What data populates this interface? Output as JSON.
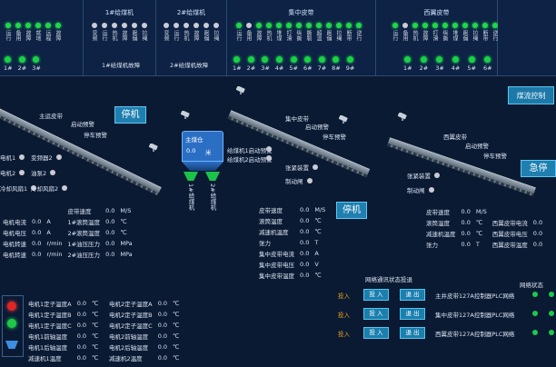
{
  "header": {
    "panel_1_title": "1#给煤机",
    "panel_2_title": "2#给煤机",
    "panel_3_title": "集中皮带",
    "panel_4_title": "西翼皮带",
    "left_cols": [
      "运行",
      "备用",
      "故障",
      "就地",
      "远程",
      "故障"
    ],
    "p1_cols": [
      "变频",
      "运行",
      "热机",
      "故障",
      "跑偏",
      "拉绳"
    ],
    "p2_cols": [
      "变频",
      "运行",
      "热机",
      "故障",
      "跑偏",
      "拉绳"
    ],
    "p3_cols": [
      "运行",
      "备用",
      "故障",
      "热机",
      "堆煤",
      "打滑",
      "纵撕",
      "撕裂",
      "超温",
      "跑偏",
      "拉绳",
      "断带",
      "逆行"
    ],
    "p4_cols": [
      "运行",
      "备用",
      "热机",
      "故障",
      "打滑",
      "纵撕",
      "堆煤",
      "跑偏",
      "拉绳",
      "断带",
      "逆行"
    ],
    "left_labels": [
      "1#",
      "2#",
      "3#"
    ],
    "p3_labels": [
      "1#",
      "2#",
      "3#",
      "4#",
      "5#",
      "6#",
      "7#",
      "8#",
      "9#"
    ],
    "p4_labels": [
      "1#",
      "2#",
      "3#",
      "4#",
      "5#",
      "6#"
    ],
    "p1_status": "1#给煤机故障",
    "p2_status": "2#给煤机故障"
  },
  "control_button": "煤流控制",
  "belts": {
    "main": {
      "name": "主运皮带",
      "alarm1": "启动预警",
      "alarm2": "停车预警",
      "state": "停机"
    },
    "central": {
      "name": "集中皮带",
      "alarm1": "启动预警",
      "alarm2": "停车预警",
      "state": "停机"
    },
    "west": {
      "name": "西翼皮带",
      "alarm1": "启动预警",
      "alarm2": "停车预警",
      "state": "急停"
    }
  },
  "bunker": {
    "label": "主煤仓",
    "value": "0.0",
    "unit": "米"
  },
  "feeders": {
    "label1": "1#给煤机",
    "label2": "2#给煤机",
    "alarm1": "给煤机1启动预警",
    "alarm2": "给煤机2启动预警"
  },
  "left_status": [
    "电机1",
    "电机2",
    "冷却风扇1",
    "变频器2",
    "油泵2",
    "冷却风扇2"
  ],
  "central_status": [
    "张紧装置",
    "制动闸"
  ],
  "west_status": [
    "张紧装置",
    "制动闸"
  ],
  "left_table": [
    [
      "电机电流",
      "0.0",
      "A",
      "1#滚筒温度",
      "0.0",
      "℃"
    ],
    [
      "电机电压",
      "0.0",
      "A",
      "2#滚筒温度",
      "0.0",
      "℃"
    ],
    [
      "电机转速",
      "0.0",
      "r/min",
      "1#油压压力",
      "0.0",
      "MPa"
    ],
    [
      "电机转速",
      "0.0",
      "r/min",
      "2#油压压力",
      "0.0",
      "MPa"
    ]
  ],
  "left_table_header": [
    "皮带速度",
    "0.0",
    "M/S"
  ],
  "central_table": [
    [
      "皮带速度",
      "0.0",
      "M/S"
    ],
    [
      "滚筒温度",
      "0.0",
      "℃"
    ],
    [
      "减速机温度",
      "0.0",
      "℃"
    ],
    [
      "张力",
      "0.0",
      "T"
    ],
    [
      "集中皮带电流",
      "0.0",
      "A"
    ],
    [
      "集中皮带电压",
      "0.0",
      "V"
    ],
    [
      "集中皮带温度",
      "0.0",
      "℃"
    ]
  ],
  "west_table": [
    [
      "皮带速度",
      "0.0",
      "M/S"
    ],
    [
      "滚筒温度",
      "0.0",
      "℃",
      "西翼皮带电流",
      "0.0"
    ],
    [
      "减速机温度",
      "0.0",
      "℃",
      "西翼皮带电压",
      "0.0"
    ],
    [
      "张力",
      "0.0",
      "T",
      "西翼皮带温度",
      "0.0"
    ]
  ],
  "motor_temps_a": [
    [
      "电机1定子温度A",
      "0.0",
      "℃"
    ],
    [
      "电机1定子温度B",
      "0.0",
      "℃"
    ],
    [
      "电机1定子温度C",
      "0.0",
      "℃"
    ],
    [
      "电机1前轴温度",
      "0.0",
      "℃"
    ],
    [
      "电机1后轴温度",
      "0.0",
      "℃"
    ],
    [
      "减速机1温度",
      "0.0",
      "℃"
    ]
  ],
  "motor_temps_b": [
    [
      "电机2定子温度A",
      "0.0",
      "℃"
    ],
    [
      "电机2定子温度B",
      "0.0",
      "℃"
    ],
    [
      "电机2定子温度C",
      "0.0",
      "℃"
    ],
    [
      "电机2前轴温度",
      "0.0",
      "℃"
    ],
    [
      "电机2后轴温度",
      "0.0",
      "℃"
    ],
    [
      "减速机2温度",
      "0.0",
      "℃"
    ]
  ],
  "plc": {
    "title": "网络通讯状态投退",
    "status_header": "网络状态",
    "rows": [
      {
        "tag": "投入",
        "in": "投 入",
        "out": "退 出",
        "label": "主井皮带127A控制器PLC网络"
      },
      {
        "tag": "投入",
        "in": "投 入",
        "out": "退 出",
        "label": "集中皮带127A控制器PLC网络"
      },
      {
        "tag": "投入",
        "in": "投 入",
        "out": "退 出",
        "label": "西翼皮带127A控制器PLC网络"
      }
    ]
  },
  "colors": {
    "bg": "#0b1a33",
    "running": "#22d64a",
    "alarm": "#ff3b3b",
    "button": "#1d79a8"
  }
}
